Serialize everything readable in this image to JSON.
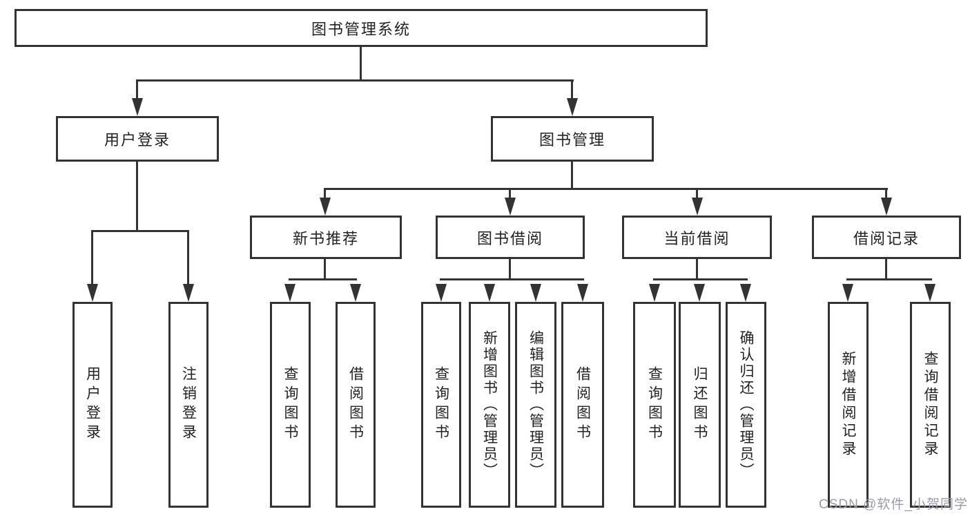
{
  "title": "图书管理系统",
  "nodes": {
    "user_login": "用户登录",
    "book_mgmt": "图书管理",
    "new_book": "新书推荐",
    "book_borrow": "图书借阅",
    "current_borrow": "当前借阅",
    "borrow_record": "借阅记录"
  },
  "leaves": {
    "login": "用户登录",
    "logout": "注销登录",
    "nb_query": "查询图书",
    "nb_borrow": "借阅图书",
    "bb_query": "查询图书",
    "bb_add": "新增图书（管理员）",
    "bb_edit": "编辑图书（管理员）",
    "bb_borrow": "借阅图书",
    "cb_query": "查询图书",
    "cb_return": "归还图书",
    "cb_confirm": "确认归还（管理员）",
    "br_add": "新增借阅记录",
    "br_query": "查询借阅记录"
  },
  "watermark": "CSDN @软件_小贺同学",
  "colors": {
    "line": "#333333",
    "text": "#222222",
    "watermark": "#9b9ba9",
    "background": "#ffffff"
  }
}
